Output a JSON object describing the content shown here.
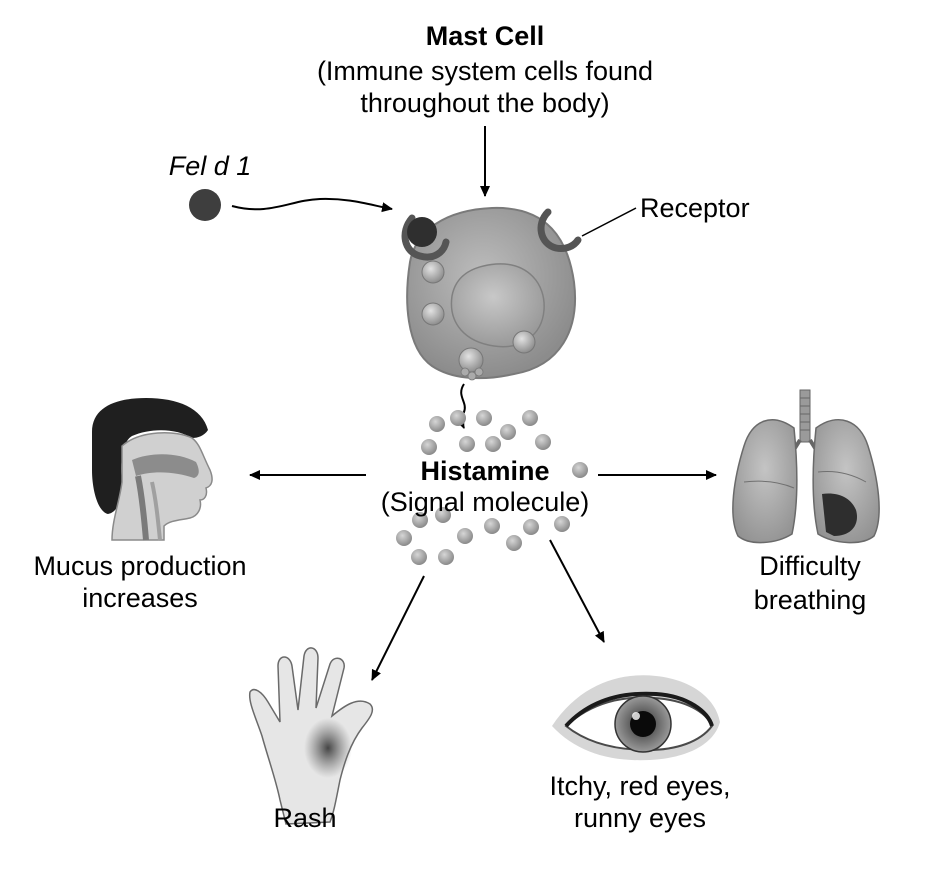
{
  "mast_cell": {
    "title": "Mast Cell",
    "desc_line1": "(Immune system cells found",
    "desc_line2": "throughout the body)"
  },
  "allergen": {
    "label": "Fel d 1"
  },
  "receptor": {
    "label": "Receptor"
  },
  "histamine": {
    "title": "Histamine",
    "subtitle": "(Signal molecule)"
  },
  "effects": {
    "mucus": {
      "line1": "Mucus production",
      "line2": "increases"
    },
    "breathing": {
      "line1": "Difficulty",
      "line2": "breathing"
    },
    "rash": {
      "label": "Rash"
    },
    "eyes": {
      "line1": "Itchy, red eyes,",
      "line2": "runny eyes"
    }
  }
}
